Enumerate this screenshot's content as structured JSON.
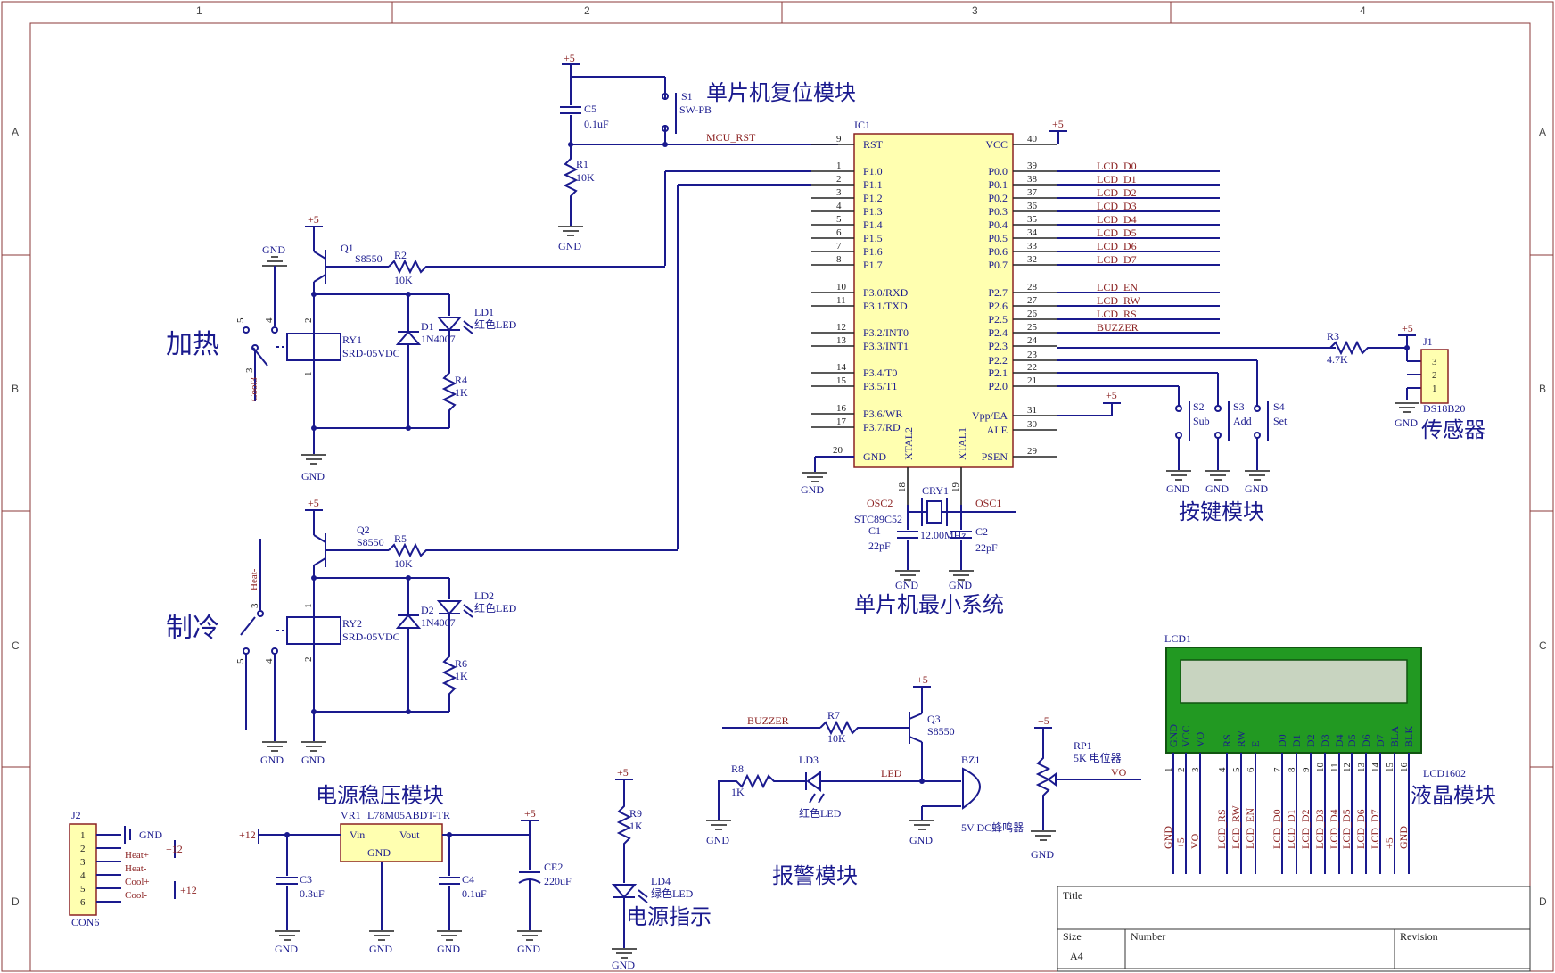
{
  "frame": {
    "columns": [
      "1",
      "2",
      "3",
      "4"
    ],
    "rows": [
      "A",
      "B",
      "C",
      "D"
    ]
  },
  "labels": {
    "power_pos": "+5",
    "power_12": "+12",
    "gnd": "GND"
  },
  "reset": {
    "title": "单片机复位模块",
    "c5_ref": "C5",
    "c5_val": "0.1uF",
    "r1_ref": "R1",
    "r1_val": "10K",
    "s1_ref": "S1",
    "s1_val": "SW-PB",
    "net": "MCU_RST"
  },
  "mcu": {
    "ref": "IC1",
    "model": "STC89C52",
    "left_pins": [
      {
        "no": "9",
        "name": "RST"
      },
      {
        "no": "1",
        "name": "P1.0"
      },
      {
        "no": "2",
        "name": "P1.1"
      },
      {
        "no": "3",
        "name": "P1.2"
      },
      {
        "no": "4",
        "name": "P1.3"
      },
      {
        "no": "5",
        "name": "P1.4"
      },
      {
        "no": "6",
        "name": "P1.5"
      },
      {
        "no": "7",
        "name": "P1.6"
      },
      {
        "no": "8",
        "name": "P1.7"
      },
      {
        "no": "10",
        "name": "P3.0/RXD"
      },
      {
        "no": "11",
        "name": "P3.1/TXD"
      },
      {
        "no": "12",
        "name": "P3.2/INT0"
      },
      {
        "no": "13",
        "name": "P3.3/INT1"
      },
      {
        "no": "14",
        "name": "P3.4/T0"
      },
      {
        "no": "15",
        "name": "P3.5/T1"
      },
      {
        "no": "16",
        "name": "P3.6/WR"
      },
      {
        "no": "17",
        "name": "P3.7/RD"
      },
      {
        "no": "20",
        "name": "GND"
      }
    ],
    "right_pins": [
      {
        "no": "40",
        "name": "VCC",
        "net": ""
      },
      {
        "no": "39",
        "name": "P0.0",
        "net": "LCD_D0"
      },
      {
        "no": "38",
        "name": "P0.1",
        "net": "LCD_D1"
      },
      {
        "no": "37",
        "name": "P0.2",
        "net": "LCD_D2"
      },
      {
        "no": "36",
        "name": "P0.3",
        "net": "LCD_D3"
      },
      {
        "no": "35",
        "name": "P0.4",
        "net": "LCD_D4"
      },
      {
        "no": "34",
        "name": "P0.5",
        "net": "LCD_D5"
      },
      {
        "no": "33",
        "name": "P0.6",
        "net": "LCD_D6"
      },
      {
        "no": "32",
        "name": "P0.7",
        "net": "LCD_D7"
      },
      {
        "no": "28",
        "name": "P2.7",
        "net": "LCD_EN"
      },
      {
        "no": "27",
        "name": "P2.6",
        "net": "LCD_RW"
      },
      {
        "no": "26",
        "name": "P2.5",
        "net": "LCD_RS"
      },
      {
        "no": "25",
        "name": "P2.4",
        "net": "BUZZER"
      },
      {
        "no": "24",
        "name": "P2.3",
        "net": ""
      },
      {
        "no": "23",
        "name": "P2.2",
        "net": ""
      },
      {
        "no": "22",
        "name": "P2.1",
        "net": ""
      },
      {
        "no": "21",
        "name": "P2.0",
        "net": ""
      },
      {
        "no": "31",
        "name": "Vpp/EA",
        "net": ""
      },
      {
        "no": "30",
        "name": "ALE",
        "net": ""
      },
      {
        "no": "29",
        "name": "PSEN",
        "net": ""
      }
    ],
    "xtal2": "XTAL2",
    "xtal1": "XTAL1",
    "pin18": "18",
    "pin19": "19",
    "osc2": "OSC2",
    "osc1": "OSC1",
    "cry_ref": "CRY1",
    "cry_val": "12.00MHz",
    "c1_ref": "C1",
    "c1_val": "22pF",
    "c2_ref": "C2",
    "c2_val": "22pF",
    "title": "单片机最小系统"
  },
  "heat": {
    "big": "加热",
    "q_ref": "Q1",
    "q_val": "S8550",
    "r_ref": "R2",
    "r_val": "10K",
    "ry_ref": "RY1",
    "ry_val": "SRD-05VDC",
    "d_ref": "D1",
    "d_val": "1N4007",
    "ld_ref": "LD1",
    "ld_val": "红色LED",
    "r4_ref": "R4",
    "r4_val": "1K",
    "sw_lbl": "Cool3",
    "p5": "5",
    "p4": "4",
    "p3": "3",
    "p2": "2",
    "p1": "1"
  },
  "cool": {
    "big": "制冷",
    "q_ref": "Q2",
    "q_val": "S8550",
    "r_ref": "R5",
    "r_val": "10K",
    "ry_ref": "RY2",
    "ry_val": "SRD-05VDC",
    "d_ref": "D2",
    "d_val": "1N4007",
    "ld_ref": "LD2",
    "ld_val": "红色LED",
    "r6_ref": "R6",
    "r6_val": "1K",
    "sw_lbl": "Heat-",
    "p5": "5",
    "p4": "4",
    "p3": "3",
    "p2": "2",
    "p1": "1"
  },
  "keys": {
    "title": "按键模块",
    "s2_ref": "S2",
    "s2_val": "Sub",
    "s3_ref": "S3",
    "s3_val": "Add",
    "s4_ref": "S4",
    "s4_val": "Set"
  },
  "sensor": {
    "r3_ref": "R3",
    "r3_val": "4.7K",
    "j1_ref": "J1",
    "j1_pins": [
      "3",
      "2",
      "1"
    ],
    "j1_val": "DS18B20",
    "title": "传感器"
  },
  "lcd": {
    "ref": "LCD1",
    "model": "LCD1602",
    "title": "液晶模块",
    "pins": [
      {
        "no": "1",
        "name": "GND",
        "net": "GND"
      },
      {
        "no": "2",
        "name": "VCC",
        "net": "+5"
      },
      {
        "no": "3",
        "name": "VO",
        "net": "VO"
      },
      {
        "no": "4",
        "name": "RS",
        "net": "LCD_RS"
      },
      {
        "no": "5",
        "name": "RW",
        "net": "LCD_RW"
      },
      {
        "no": "6",
        "name": "E",
        "net": "LCD_EN"
      },
      {
        "no": "7",
        "name": "D0",
        "net": "LCD_D0"
      },
      {
        "no": "8",
        "name": "D1",
        "net": "LCD_D1"
      },
      {
        "no": "9",
        "name": "D2",
        "net": "LCD_D2"
      },
      {
        "no": "10",
        "name": "D3",
        "net": "LCD_D3"
      },
      {
        "no": "11",
        "name": "D4",
        "net": "LCD_D4"
      },
      {
        "no": "12",
        "name": "D5",
        "net": "LCD_D5"
      },
      {
        "no": "13",
        "name": "D6",
        "net": "LCD_D6"
      },
      {
        "no": "14",
        "name": "D7",
        "net": "LCD_D7"
      },
      {
        "no": "15",
        "name": "BLA",
        "net": "+5"
      },
      {
        "no": "16",
        "name": "BLK",
        "net": "GND"
      }
    ]
  },
  "alarm": {
    "title": "报警模块",
    "net_buzzer": "BUZZER",
    "r7_ref": "R7",
    "r7_val": "10K",
    "q3_ref": "Q3",
    "q3_val": "S8550",
    "r8_ref": "R8",
    "r8_val": "1K",
    "ld3_ref": "LD3",
    "ld3_val": "红色LED",
    "net_led": "LED",
    "bz_ref": "BZ1",
    "bz_val": "5V DC蜂鸣器",
    "rp_ref": "RP1",
    "rp_val": "5K 电位器",
    "net_vo": "VO"
  },
  "psu": {
    "title": "电源稳压模块",
    "vr_ref": "VR1",
    "vr_val": "L78M05ABDT-TR",
    "vin": "Vin",
    "vout": "Vout",
    "gnd": "GND",
    "c3_ref": "C3",
    "c3_val": "0.3uF",
    "c4_ref": "C4",
    "c4_val": "0.1uF",
    "ce2_ref": "CE2",
    "ce2_val": "220uF"
  },
  "indicator": {
    "title": "电源指示",
    "r9_ref": "R9",
    "r9_val": "1K",
    "ld4_ref": "LD4",
    "ld4_val": "绿色LED"
  },
  "connector": {
    "ref": "J2",
    "model": "CON6",
    "pins": [
      "1",
      "2",
      "3",
      "4",
      "5",
      "6"
    ],
    "labels": [
      "GND",
      "Heat+",
      "Heat-",
      "Cool+",
      "Cool-"
    ],
    "p12a": "+12",
    "p12b": "+12"
  },
  "titleblock": {
    "title": "Title",
    "size": "Size",
    "size_val": "A4",
    "number": "Number",
    "revision": "Revision"
  }
}
